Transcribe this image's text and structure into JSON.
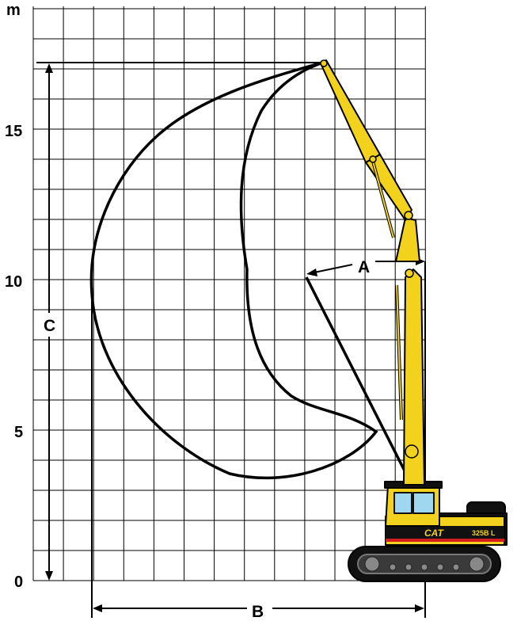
{
  "axis": {
    "unit": "m",
    "ticks": [
      {
        "label": "15",
        "value": 15
      },
      {
        "label": "10",
        "value": 10
      },
      {
        "label": "5",
        "value": 5
      },
      {
        "label": "0",
        "value": 0
      }
    ]
  },
  "dimensions": {
    "a": "A",
    "b": "B",
    "c": "C"
  },
  "machine": {
    "brand": "CAT",
    "model": "325B L"
  },
  "colors": {
    "boom": "#f2d21c",
    "outline": "#000000",
    "grid": "#000000",
    "stripe": "#d21e1e",
    "body": "#111111",
    "window": "#9fd6f0"
  }
}
